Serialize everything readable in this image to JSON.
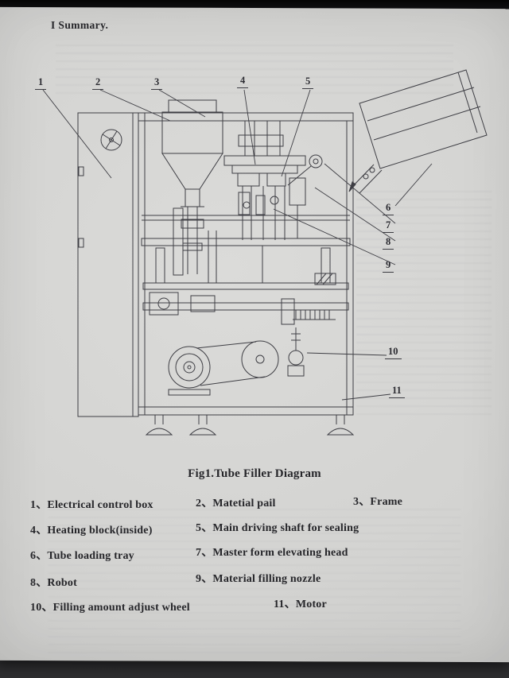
{
  "page": {
    "title": "I Summary.",
    "caption": "Fig1.Tube Filler Diagram"
  },
  "diagram": {
    "callouts": [
      "1",
      "2",
      "3",
      "4",
      "5",
      "6",
      "7",
      "8",
      "9",
      "10",
      "11"
    ]
  },
  "legend": {
    "items": [
      "1、Electrical control box",
      "2、Matetial pail",
      "3、Frame",
      "4、Heating block(inside)",
      "5、Main driving shaft for sealing",
      "6、Tube loading tray",
      "7、Master form elevating head",
      "8、Robot",
      "9、Material filling nozzle",
      "10、Filling amount adjust wheel",
      "11、Motor"
    ]
  }
}
